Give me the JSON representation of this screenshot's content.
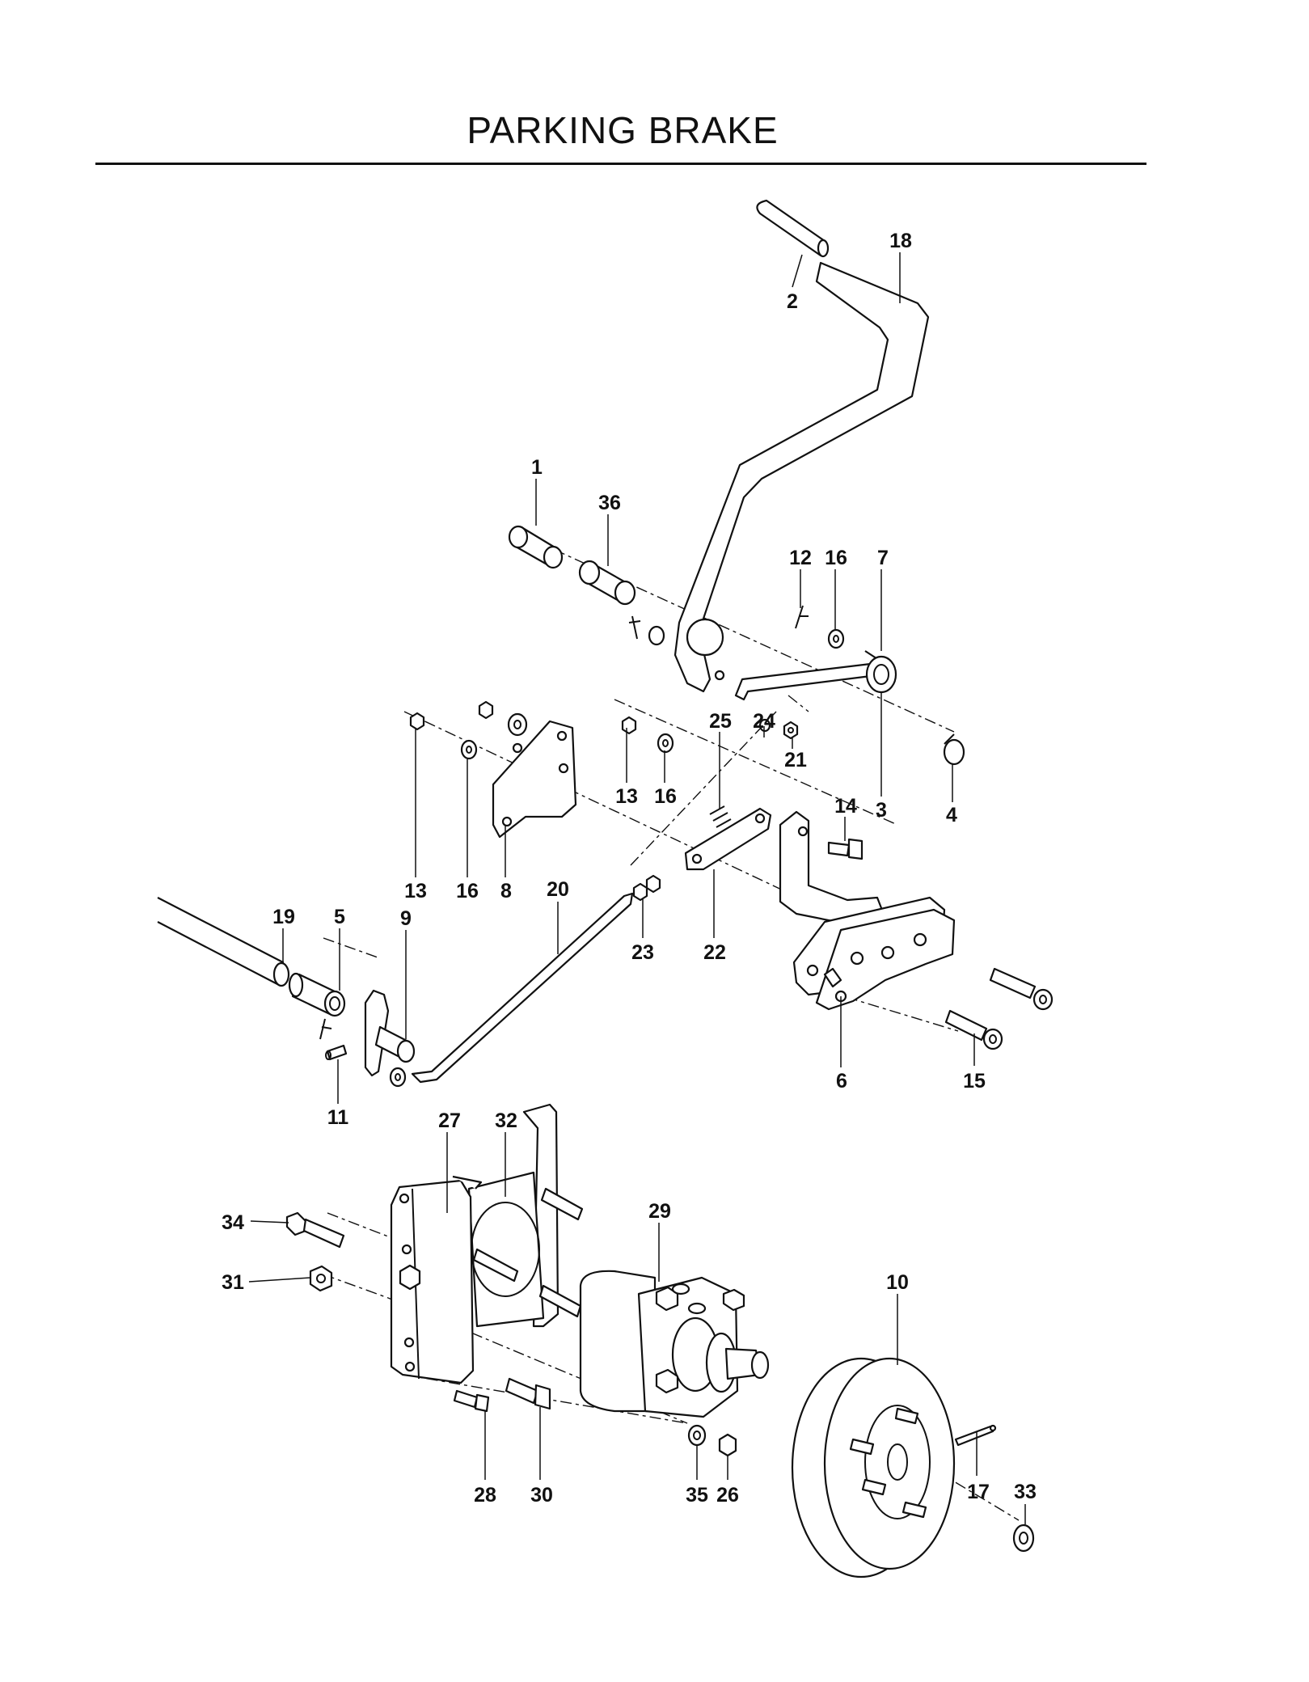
{
  "title": "PARKING BRAKE",
  "callouts": [
    {
      "id": "c18",
      "text": "18"
    },
    {
      "id": "c2",
      "text": "2"
    },
    {
      "id": "c1",
      "text": "1"
    },
    {
      "id": "c36",
      "text": "36"
    },
    {
      "id": "c12",
      "text": "12"
    },
    {
      "id": "c16a",
      "text": "16"
    },
    {
      "id": "c7",
      "text": "7"
    },
    {
      "id": "c25",
      "text": "25"
    },
    {
      "id": "c24",
      "text": "24"
    },
    {
      "id": "c21",
      "text": "21"
    },
    {
      "id": "c13a",
      "text": "13"
    },
    {
      "id": "c16b",
      "text": "16"
    },
    {
      "id": "c14",
      "text": "14"
    },
    {
      "id": "c3",
      "text": "3"
    },
    {
      "id": "c4",
      "text": "4"
    },
    {
      "id": "c13b",
      "text": "13"
    },
    {
      "id": "c16c",
      "text": "16"
    },
    {
      "id": "c8",
      "text": "8"
    },
    {
      "id": "c20",
      "text": "20"
    },
    {
      "id": "c19",
      "text": "19"
    },
    {
      "id": "c5",
      "text": "5"
    },
    {
      "id": "c9",
      "text": "9"
    },
    {
      "id": "c23",
      "text": "23"
    },
    {
      "id": "c22",
      "text": "22"
    },
    {
      "id": "c6",
      "text": "6"
    },
    {
      "id": "c15",
      "text": "15"
    },
    {
      "id": "c11",
      "text": "11"
    },
    {
      "id": "c27",
      "text": "27"
    },
    {
      "id": "c32",
      "text": "32"
    },
    {
      "id": "c29",
      "text": "29"
    },
    {
      "id": "c34",
      "text": "34"
    },
    {
      "id": "c31",
      "text": "31"
    },
    {
      "id": "c10",
      "text": "10"
    },
    {
      "id": "c28",
      "text": "28"
    },
    {
      "id": "c30",
      "text": "30"
    },
    {
      "id": "c35",
      "text": "35"
    },
    {
      "id": "c26",
      "text": "26"
    },
    {
      "id": "c17",
      "text": "17"
    },
    {
      "id": "c33",
      "text": "33"
    }
  ]
}
